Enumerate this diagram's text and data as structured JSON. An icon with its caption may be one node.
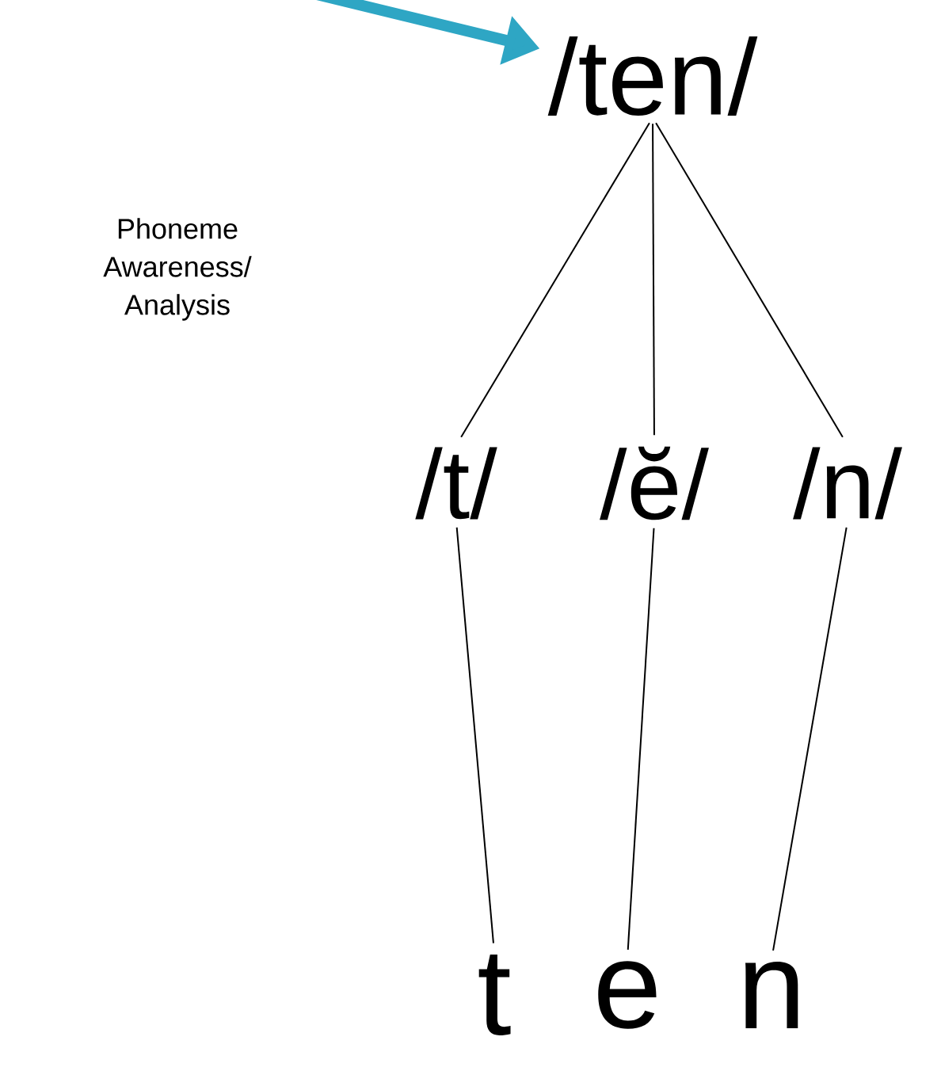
{
  "diagram": {
    "nodes": [
      {
        "text": [
          "/ten/"
        ]
      },
      {
        "text": [
          "/t/"
        ]
      },
      {
        "text": [
          "/ĕ/"
        ]
      },
      {
        "text": [
          "/n/"
        ]
      },
      {
        "text": [
          "t"
        ]
      },
      {
        "text": [
          "e"
        ]
      },
      {
        "text": [
          "n"
        ]
      }
    ],
    "edges": [
      {
        "from": null,
        "to": 0,
        "arrow": "to",
        "style": "thick",
        "color": "#2ea6c4"
      },
      {
        "from": 0,
        "to": 1,
        "arrow": "none"
      },
      {
        "from": 0,
        "to": 2,
        "arrow": "none"
      },
      {
        "from": 0,
        "to": 3,
        "arrow": "none"
      },
      {
        "from": 1,
        "to": 4,
        "arrow": "none"
      },
      {
        "from": 2,
        "to": 5,
        "arrow": "none"
      },
      {
        "from": 3,
        "to": 6,
        "arrow": "none"
      }
    ],
    "labels": [
      "Phoneme Awareness/ Analysis"
    ]
  }
}
